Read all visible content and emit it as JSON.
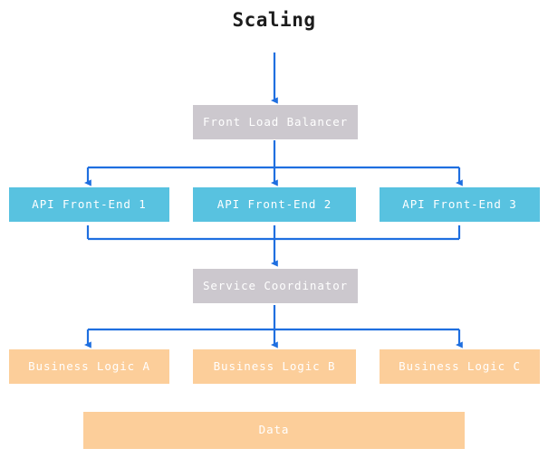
{
  "title": "Scaling",
  "colors": {
    "background": "#ffffff",
    "title_text": "#1c1c1c",
    "grey_node": "#ccc8ce",
    "blue_node": "#58c2e0",
    "orange_node": "#fcce9a",
    "node_text": "#ffffff",
    "arrow": "#1f6fe0"
  },
  "chart_data": {
    "type": "diagram",
    "title": "Scaling",
    "layout": "top-down layered flowchart",
    "tiers": [
      {
        "name": "entry",
        "nodes": [
          "Front Load Balancer"
        ]
      },
      {
        "name": "api",
        "nodes": [
          "API Front-End 1",
          "API Front-End 2",
          "API Front-End 3"
        ]
      },
      {
        "name": "coordination",
        "nodes": [
          "Service Coordinator"
        ]
      },
      {
        "name": "business",
        "nodes": [
          "Business Logic A",
          "Business Logic B",
          "Business Logic C"
        ]
      },
      {
        "name": "storage",
        "nodes": [
          "Data"
        ]
      }
    ],
    "edges": [
      {
        "from": "external-traffic",
        "to": "Front Load Balancer"
      },
      {
        "from": "Front Load Balancer",
        "to": "API Front-End 1"
      },
      {
        "from": "Front Load Balancer",
        "to": "API Front-End 2"
      },
      {
        "from": "Front Load Balancer",
        "to": "API Front-End 3"
      },
      {
        "from": "API Front-End 1",
        "to": "Service Coordinator"
      },
      {
        "from": "API Front-End 2",
        "to": "Service Coordinator"
      },
      {
        "from": "API Front-End 3",
        "to": "Service Coordinator"
      },
      {
        "from": "Service Coordinator",
        "to": "Business Logic A"
      },
      {
        "from": "Service Coordinator",
        "to": "Business Logic B"
      },
      {
        "from": "Service Coordinator",
        "to": "Business Logic C"
      }
    ]
  },
  "nodes": {
    "front_load_balancer": "Front Load Balancer",
    "api_front_end_1": "API Front-End 1",
    "api_front_end_2": "API Front-End 2",
    "api_front_end_3": "API Front-End 3",
    "service_coordinator": "Service Coordinator",
    "business_logic_a": "Business Logic A",
    "business_logic_b": "Business Logic B",
    "business_logic_c": "Business Logic C",
    "data": "Data"
  }
}
